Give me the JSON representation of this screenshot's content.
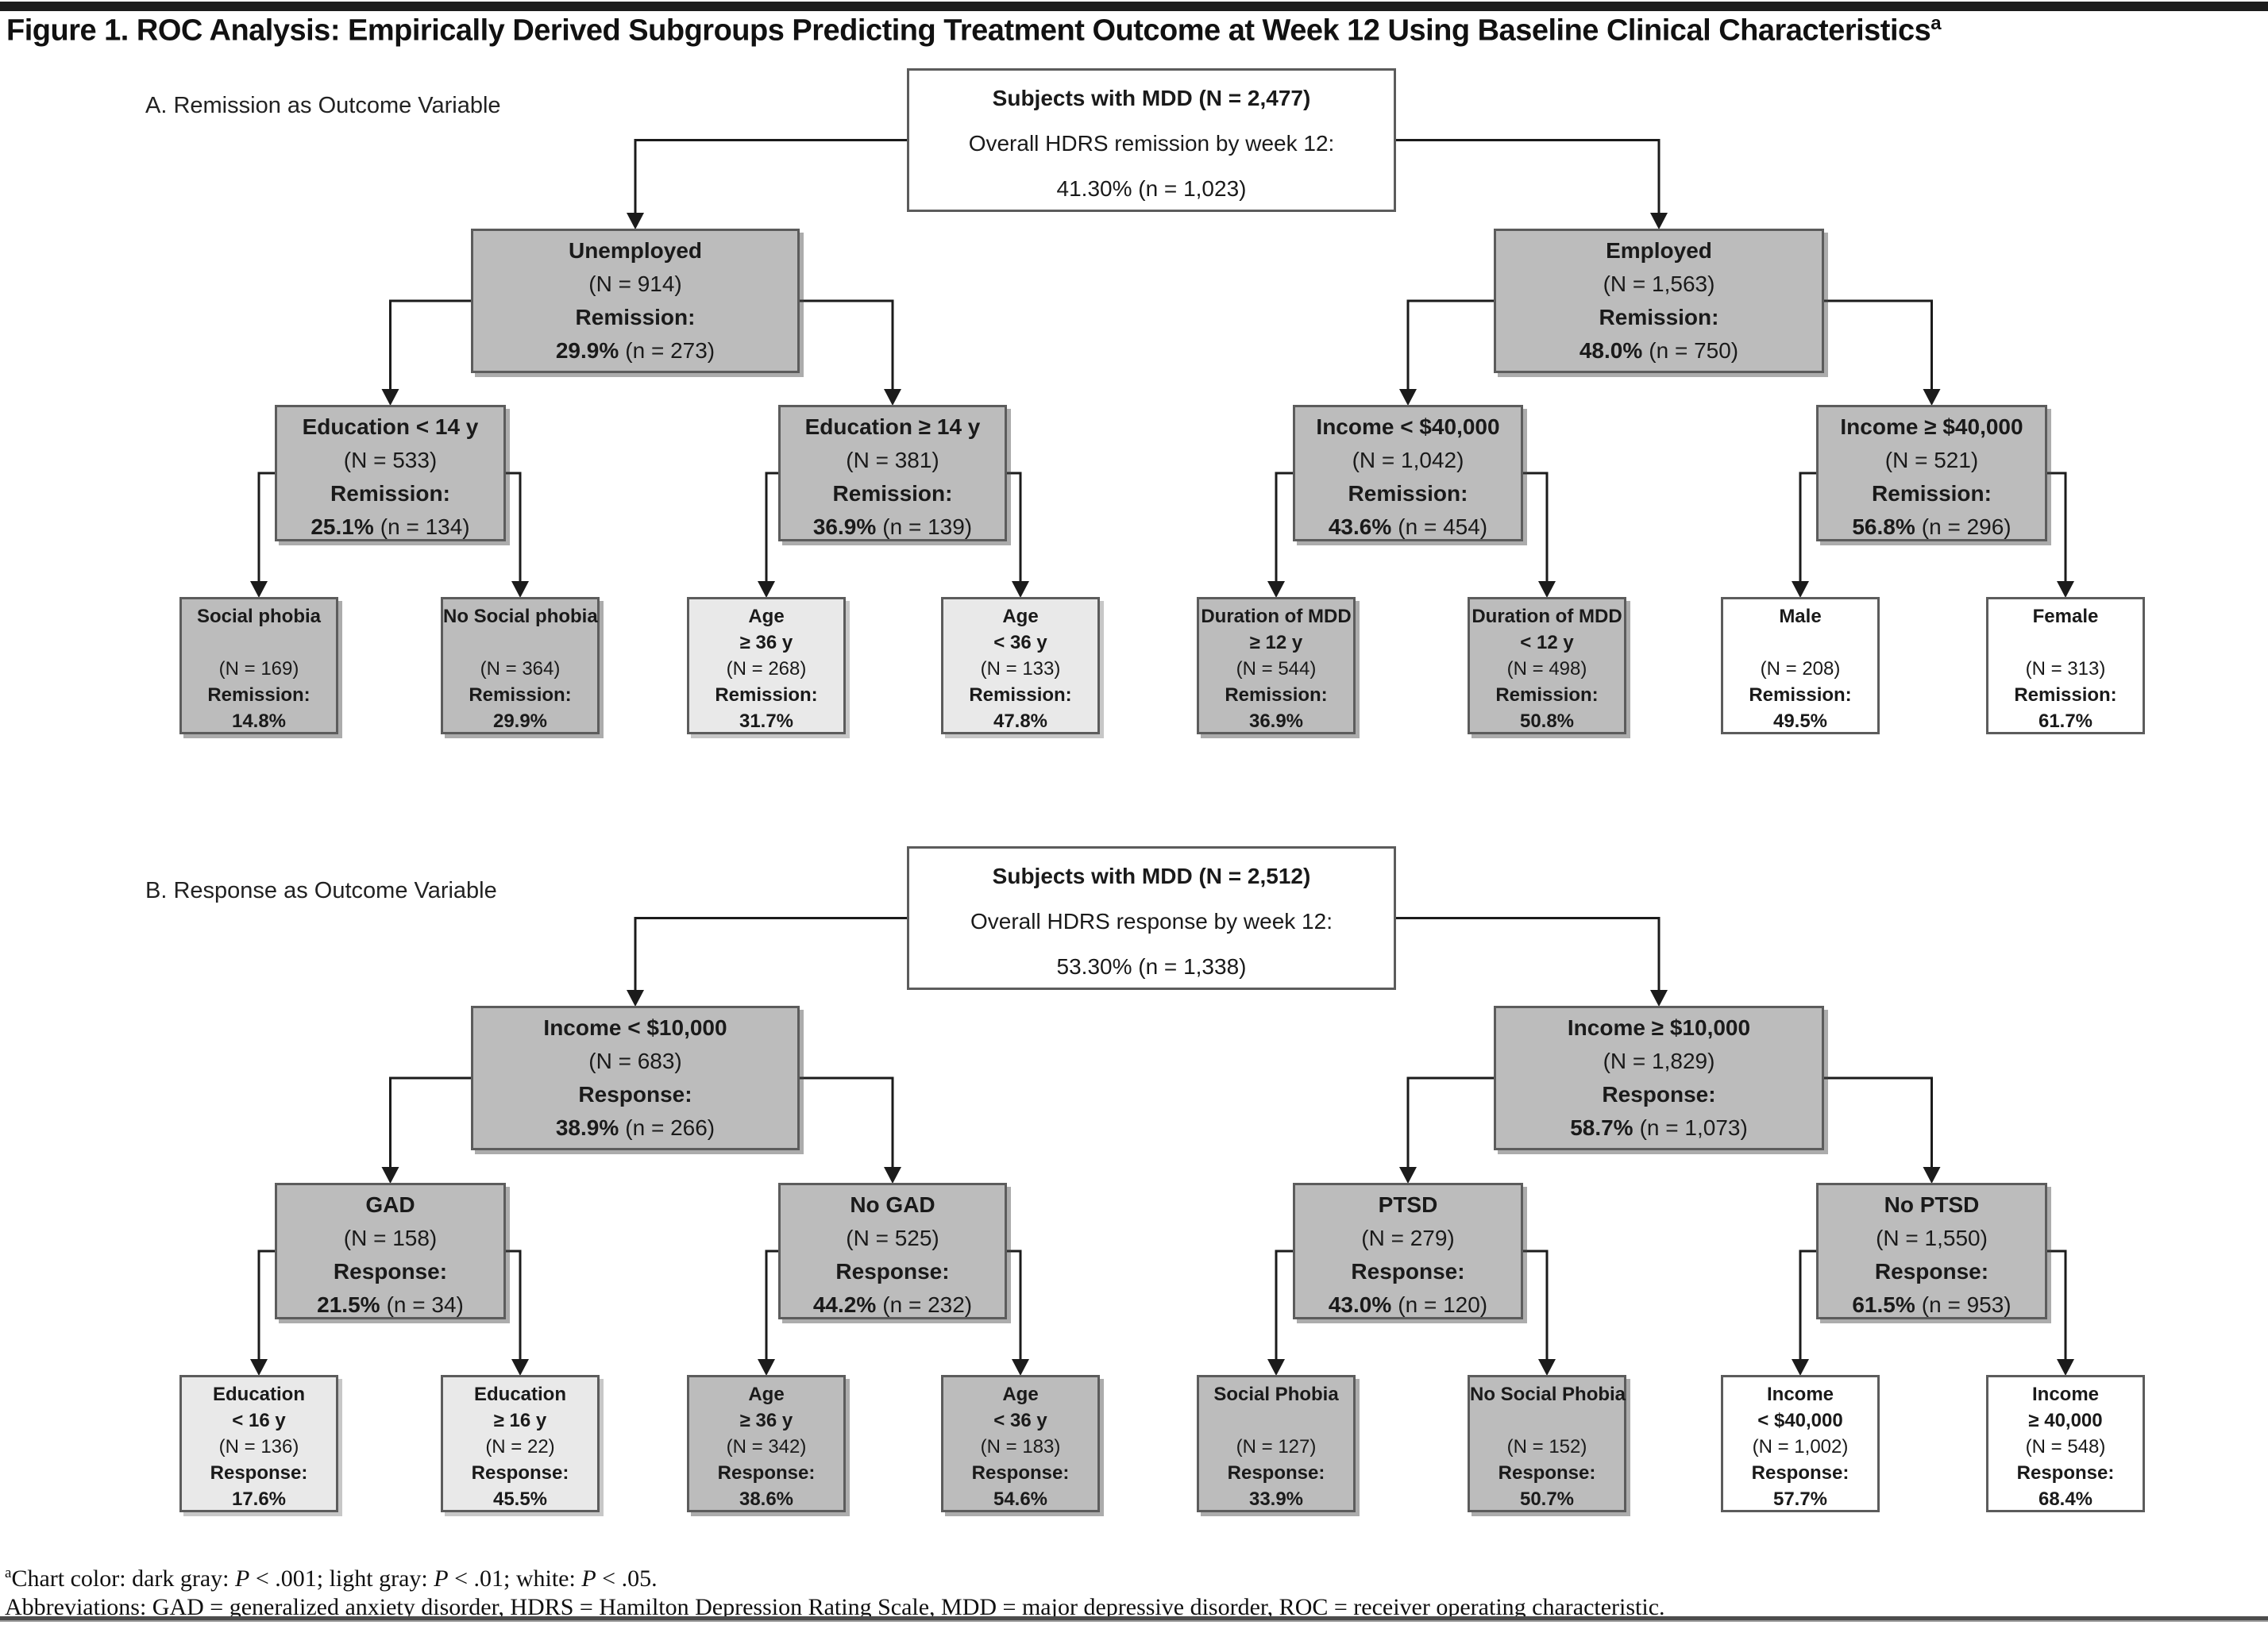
{
  "title": {
    "text": "Figure 1. ROC Analysis: Empirically Derived Subgroups Predicting Treatment Outcome at Week 12 Using Baseline Clinical Characteristics",
    "superscript": "a"
  },
  "legend_colors": {
    "dark_gray": "#bcbcbc",
    "light_gray": "#e9e9e9",
    "white": "#ffffff"
  },
  "panel_a": {
    "label": "A. Remission as Outcome Variable",
    "root": {
      "title": "Subjects with MDD (N = 2,477)",
      "subtitle": "Overall HDRS remission by week 12:",
      "value": "41.30% (n = 1,023)"
    },
    "l2": [
      {
        "title": "Unemployed",
        "n": "(N = 914)",
        "label": "Remission:",
        "pct": "29.9%",
        "count": "(n = 273)"
      },
      {
        "title": "Employed",
        "n": "(N = 1,563)",
        "label": "Remission:",
        "pct": "48.0%",
        "count": "(n = 750)"
      }
    ],
    "l3": [
      {
        "title": "Education < 14 y",
        "n": "(N = 533)",
        "label": "Remission:",
        "pct": "25.1%",
        "count": "(n = 134)"
      },
      {
        "title": "Education ≥ 14 y",
        "n": "(N = 381)",
        "label": "Remission:",
        "pct": "36.9%",
        "count": "(n = 139)"
      },
      {
        "title": "Income < $40,000",
        "n": "(N = 1,042)",
        "label": "Remission:",
        "pct": "43.6%",
        "count": "(n = 454)"
      },
      {
        "title": "Income ≥ $40,000",
        "n": "(N = 521)",
        "label": "Remission:",
        "pct": "56.8%",
        "count": "(n = 296)"
      }
    ],
    "leaves": [
      {
        "title": "Social phobia",
        "title2": "",
        "n": "(N = 169)",
        "label": "Remission:",
        "pct": "14.8%"
      },
      {
        "title": "No Social phobia",
        "title2": "",
        "n": "(N = 364)",
        "label": "Remission:",
        "pct": "29.9%"
      },
      {
        "title": "Age",
        "title2": "≥ 36 y",
        "n": "(N = 268)",
        "label": "Remission:",
        "pct": "31.7%"
      },
      {
        "title": "Age",
        "title2": "< 36 y",
        "n": "(N = 133)",
        "label": "Remission:",
        "pct": "47.8%"
      },
      {
        "title": "Duration of MDD",
        "title2": "≥ 12 y",
        "n": "(N = 544)",
        "label": "Remission:",
        "pct": "36.9%"
      },
      {
        "title": "Duration of MDD",
        "title2": "< 12 y",
        "n": "(N = 498)",
        "label": "Remission:",
        "pct": "50.8%"
      },
      {
        "title": "Male",
        "title2": "",
        "n": "(N = 208)",
        "label": "Remission:",
        "pct": "49.5%"
      },
      {
        "title": "Female",
        "title2": "",
        "n": "(N = 313)",
        "label": "Remission:",
        "pct": "61.7%"
      }
    ]
  },
  "panel_b": {
    "label": "B. Response as Outcome Variable",
    "root": {
      "title": "Subjects with MDD (N = 2,512)",
      "subtitle": "Overall HDRS response by week 12:",
      "value": "53.30% (n = 1,338)"
    },
    "l2": [
      {
        "title": "Income < $10,000",
        "n": "(N = 683)",
        "label": "Response:",
        "pct": "38.9%",
        "count": "(n = 266)"
      },
      {
        "title": "Income ≥ $10,000",
        "n": "(N = 1,829)",
        "label": "Response:",
        "pct": "58.7%",
        "count": "(n = 1,073)"
      }
    ],
    "l3": [
      {
        "title": "GAD",
        "n": "(N = 158)",
        "label": "Response:",
        "pct": "21.5%",
        "count": "(n = 34)"
      },
      {
        "title": "No GAD",
        "n": "(N = 525)",
        "label": "Response:",
        "pct": "44.2%",
        "count": "(n = 232)"
      },
      {
        "title": "PTSD",
        "n": "(N = 279)",
        "label": "Response:",
        "pct": "43.0%",
        "count": "(n = 120)"
      },
      {
        "title": "No PTSD",
        "n": "(N = 1,550)",
        "label": "Response:",
        "pct": "61.5%",
        "count": "(n = 953)"
      }
    ],
    "leaves": [
      {
        "title": "Education",
        "title2": "< 16 y",
        "n": "(N = 136)",
        "label": "Response:",
        "pct": "17.6%"
      },
      {
        "title": "Education",
        "title2": "≥ 16 y",
        "n": "(N = 22)",
        "label": "Response:",
        "pct": "45.5%"
      },
      {
        "title": "Age",
        "title2": "≥ 36 y",
        "n": "(N = 342)",
        "label": "Response:",
        "pct": "38.6%"
      },
      {
        "title": "Age",
        "title2": "< 36 y",
        "n": "(N = 183)",
        "label": "Response:",
        "pct": "54.6%"
      },
      {
        "title": "Social Phobia",
        "title2": "",
        "n": "(N = 127)",
        "label": "Response:",
        "pct": "33.9%"
      },
      {
        "title": "No Social Phobia",
        "title2": "",
        "n": "(N = 152)",
        "label": "Response:",
        "pct": "50.7%"
      },
      {
        "title": "Income",
        "title2": "< $40,000",
        "n": "(N = 1,002)",
        "label": "Response:",
        "pct": "57.7%"
      },
      {
        "title": "Income",
        "title2": "≥ 40,000",
        "n": "(N = 548)",
        "label": "Response:",
        "pct": "68.4%"
      }
    ]
  },
  "footnotes": {
    "marker": "a",
    "p": "P",
    "color_parts": [
      "Chart color: dark gray: ",
      " < .001; light gray: ",
      " < .01; white: ",
      " < .05."
    ],
    "abbreviations": "Abbreviations: GAD = generalized anxiety disorder, HDRS = Hamilton Depression Rating Scale, MDD = major depressive disorder, ROC = receiver operating characteristic."
  }
}
